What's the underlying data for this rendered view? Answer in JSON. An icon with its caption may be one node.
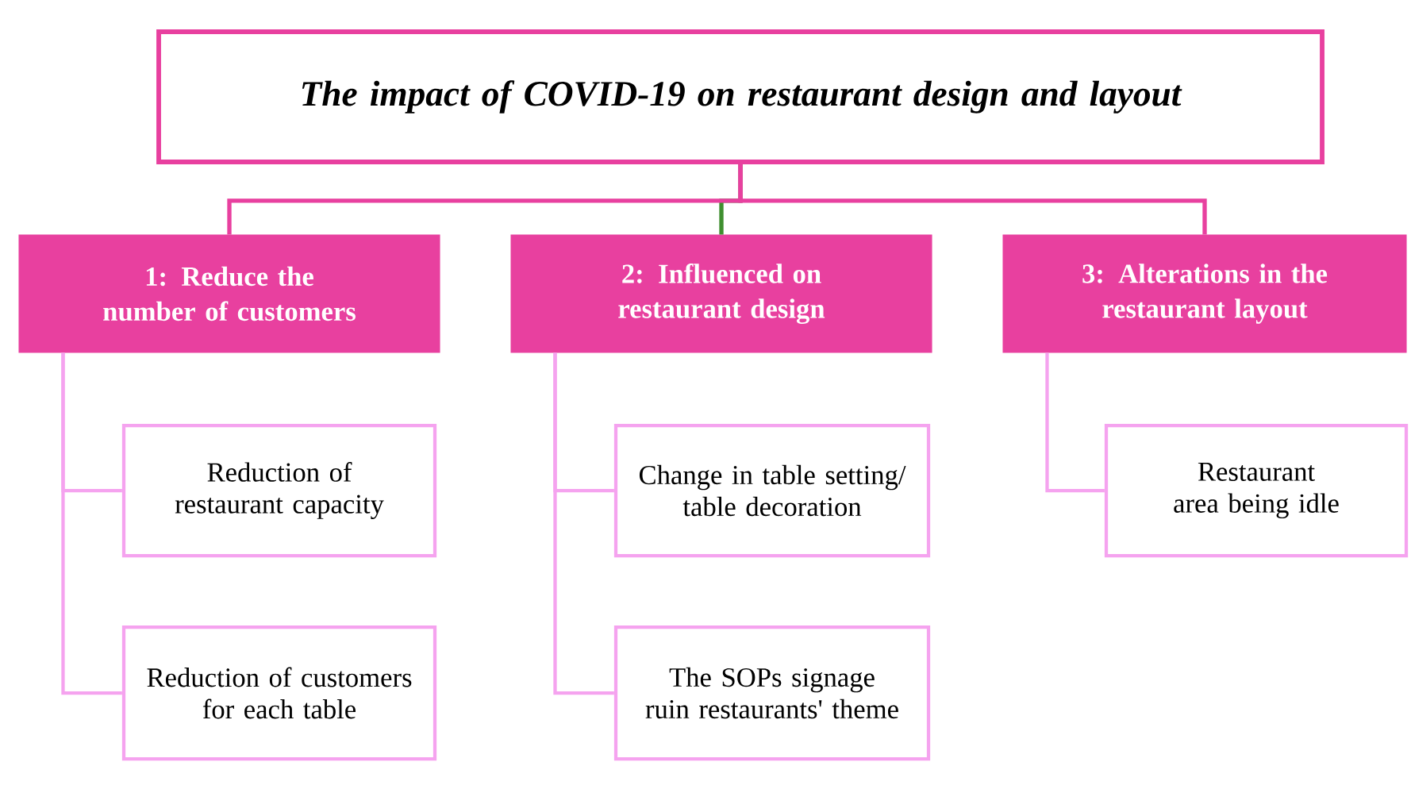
{
  "diagram": {
    "nodes": [
      {
        "text": [
          "The impact of COVID-19 on restaurant design and layout"
        ]
      },
      {
        "text": [
          "1: Reduce the number of customers"
        ]
      },
      {
        "text": [
          "2: Influenced on restaurant design"
        ]
      },
      {
        "text": [
          "3: Alterations in the restaurant layout"
        ]
      },
      {
        "text": [
          "Reduction of restaurant capacity"
        ]
      },
      {
        "text": [
          "Reduction of customers for each table"
        ]
      },
      {
        "text": [
          "Change in table setting/ table decoration"
        ]
      },
      {
        "text": [
          "The SOPs signage ruin restaurants' theme"
        ]
      },
      {
        "text": [
          "Restaurant area being idle"
        ]
      }
    ],
    "edges": [
      {
        "from": 0,
        "to": 2,
        "arrow": "none",
        "color": "#3f8f2f"
      },
      {
        "from": 0,
        "to": 1,
        "arrow": "none",
        "color": "#e8409f"
      },
      {
        "from": 0,
        "to": 3,
        "arrow": "none",
        "color": "#e8409f"
      },
      {
        "from": 1,
        "to": 4,
        "arrow": "none"
      },
      {
        "from": 1,
        "to": 5,
        "arrow": "none"
      },
      {
        "from": 2,
        "to": 6,
        "arrow": "none"
      },
      {
        "from": 2,
        "to": 7,
        "arrow": "none"
      },
      {
        "from": 3,
        "to": 8,
        "arrow": "none"
      }
    ]
  }
}
